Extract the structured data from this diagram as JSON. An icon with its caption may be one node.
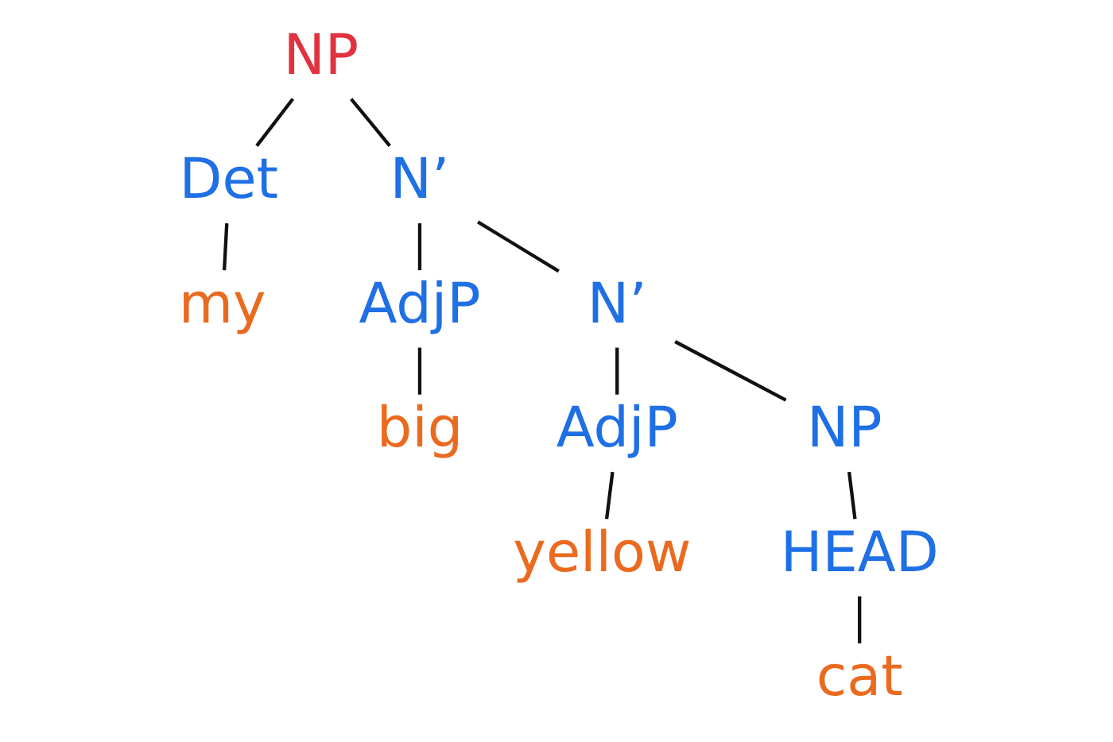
{
  "diagram": {
    "nodes": [
      {
        "text": [
          "NP"
        ]
      },
      {
        "text": [
          "Det"
        ]
      },
      {
        "text": [
          "N’"
        ]
      },
      {
        "text": [
          "my"
        ]
      },
      {
        "text": [
          "AdjP"
        ]
      },
      {
        "text": [
          "N’"
        ]
      },
      {
        "text": [
          "big"
        ]
      },
      {
        "text": [
          "AdjP"
        ]
      },
      {
        "text": [
          "NP"
        ]
      },
      {
        "text": [
          "yellow"
        ]
      },
      {
        "text": [
          "HEAD"
        ]
      },
      {
        "text": [
          "cat"
        ]
      }
    ],
    "edges": [
      {
        "from": 0,
        "to": 1,
        "arrow": "none"
      },
      {
        "from": 0,
        "to": 2,
        "arrow": "none"
      },
      {
        "from": 1,
        "to": 3,
        "arrow": "none"
      },
      {
        "from": 2,
        "to": 4,
        "arrow": "none"
      },
      {
        "from": 2,
        "to": 5,
        "arrow": "none"
      },
      {
        "from": 4,
        "to": 6,
        "arrow": "none"
      },
      {
        "from": 5,
        "to": 7,
        "arrow": "none"
      },
      {
        "from": 5,
        "to": 8,
        "arrow": "none"
      },
      {
        "from": 7,
        "to": 9,
        "arrow": "none"
      },
      {
        "from": 8,
        "to": 10,
        "arrow": "none"
      },
      {
        "from": 10,
        "to": 11,
        "arrow": "none"
      }
    ]
  }
}
